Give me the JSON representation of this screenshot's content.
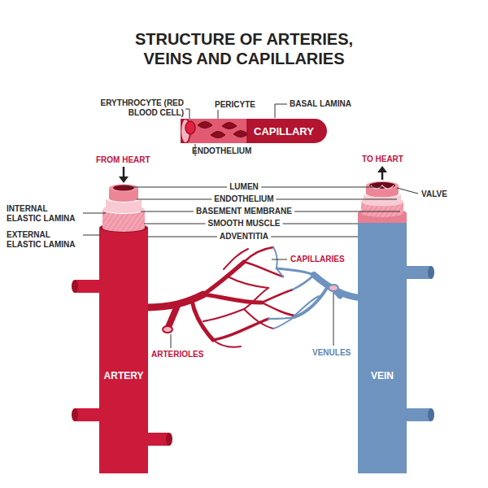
{
  "diagram": {
    "title": "STRUCTURE OF ARTERIES, VEINS AND CAPILLARIES",
    "nodes": [
      {
        "text": [
          "CAPILLARY"
        ]
      },
      {
        "text": [
          "ARTERY"
        ]
      },
      {
        "text": [
          "VEIN"
        ]
      }
    ],
    "labels": [
      "ERYTHROCYTE (RED BLOOD CELL)",
      "PERICYTE",
      "BASAL LAMINA",
      "ENDOTHELIUM",
      "FROM HEART",
      "TO HEART",
      "LUMEN",
      "ENDOTHELIUM",
      "BASEMENT MEMBRANE",
      "SMOOTH MUSCLE",
      "ADVENTITIA",
      "VALVE",
      "INTERNAL ELASTIC LAMINA",
      "EXTERNAL ELASTIC LAMINA",
      "CAPILLARIES",
      "ARTERIOLES",
      "VENULES"
    ]
  }
}
